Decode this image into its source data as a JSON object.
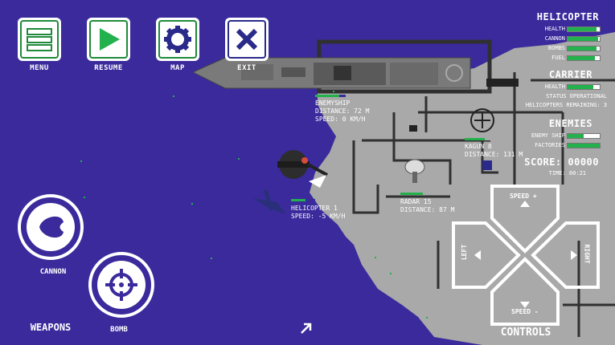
{
  "menu": {
    "menu_label": "MENU",
    "resume_label": "RESUME",
    "map_label": "MAP",
    "exit_label": "EXIT"
  },
  "hud": {
    "helicopter": {
      "title": "HELICOPTER",
      "health_label": "HEALTH",
      "cannon_label": "CANNON",
      "bombs_label": "BOMBS",
      "fuel_label": "FUEL",
      "health_fraction": 0.9,
      "cannon_fraction": 0.95,
      "bombs_fraction": 0.9,
      "fuel_fraction": 0.85
    },
    "carrier": {
      "title": "CARRIER",
      "health_label": "HEALTH",
      "health_fraction": 0.8,
      "status_text": "STATUS OPERATIONAL",
      "remaining_text": "HELICOPTERS REMAINING: 3"
    },
    "enemies": {
      "title": "ENEMIES",
      "ship_label": "ENEMY SHIP",
      "factories_label": "FACTORIES",
      "ship_fraction": 0.5,
      "factories_fraction": 1.0
    },
    "score_text": "SCORE: 00000",
    "time_text": "TIME: 00:21"
  },
  "world": {
    "enemyship": {
      "name": "ENEMYSHIP",
      "distance": "DISTANCE: 72 M",
      "speed": "SPEED: 0 KM/H",
      "health_fraction": 0.8
    },
    "kagun": {
      "name": "KAGUN 8",
      "distance": "DISTANCE: 131 M",
      "health_fraction": 0.7
    },
    "radar": {
      "name": "RADAR 15",
      "distance": "DISTANCE: 87 M",
      "health_fraction": 0.7
    },
    "helicopter": {
      "name": "HELICOPTER 1",
      "speed": "SPEED: -5 KM/H",
      "health_fraction": 0.6
    }
  },
  "weapons": {
    "title": "WEAPONS",
    "cannon_label": "CANNON",
    "bomb_label": "BOMB"
  },
  "controls": {
    "title": "CONTROLS",
    "up_label": "SPEED +",
    "down_label": "SPEED -",
    "left_label": "LEFT",
    "right_label": "RIGHT"
  },
  "colors": {
    "sea": "#3a2a9c",
    "land": "#a9a9a9",
    "road": "#303030",
    "accent_green": "#22b14c"
  }
}
